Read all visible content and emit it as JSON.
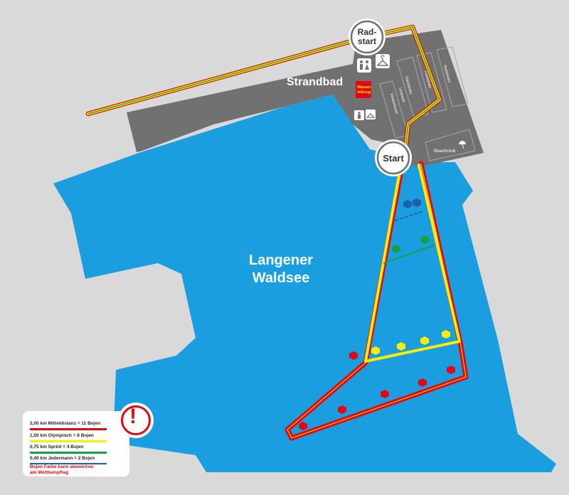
{
  "map": {
    "lake_name_line1": "Langener",
    "lake_name_line2": "Waldsee",
    "beach_label": "Strandbad",
    "beach_club_label": "Beachclub",
    "water_rescue_line1": "Wasser-",
    "water_rescue_line2": "rettung",
    "bike_rack_label": "Radständer",
    "changing_label": "Umkleide",
    "clothes_storage_label": "Kleiderbeutel",
    "bike_start_line1": "Rad-",
    "bike_start_line2": "start",
    "swim_start_label": "Start"
  },
  "legend": {
    "items": [
      {
        "label": "2,00 km Mitteldistanz = 11 Bojen",
        "color": "#e30613"
      },
      {
        "label": "1,50 km Olympisch = 8 Bojen",
        "color": "#ffed00"
      },
      {
        "label": "0,75 km Sprint = 4 Bojen",
        "color": "#15a146"
      },
      {
        "label": "0,40 km Jedermann = 2 Bojen",
        "color": "#1d5fa8"
      }
    ],
    "note_line1": "Bojen Farbe kann abweichen",
    "note_line2": "am Wettkampftag"
  },
  "icons": {
    "warning": "exclamation-icon",
    "toilets": "toilet-icon",
    "changing": "hanger-icon",
    "umbrella": "umbrella-icon"
  },
  "colors": {
    "background": "#d9d9d9",
    "water": "#1a9ee0",
    "land": "#717171",
    "red": "#e30613",
    "yellow": "#ffed00",
    "green": "#15a146",
    "blue": "#1d5fa8"
  }
}
